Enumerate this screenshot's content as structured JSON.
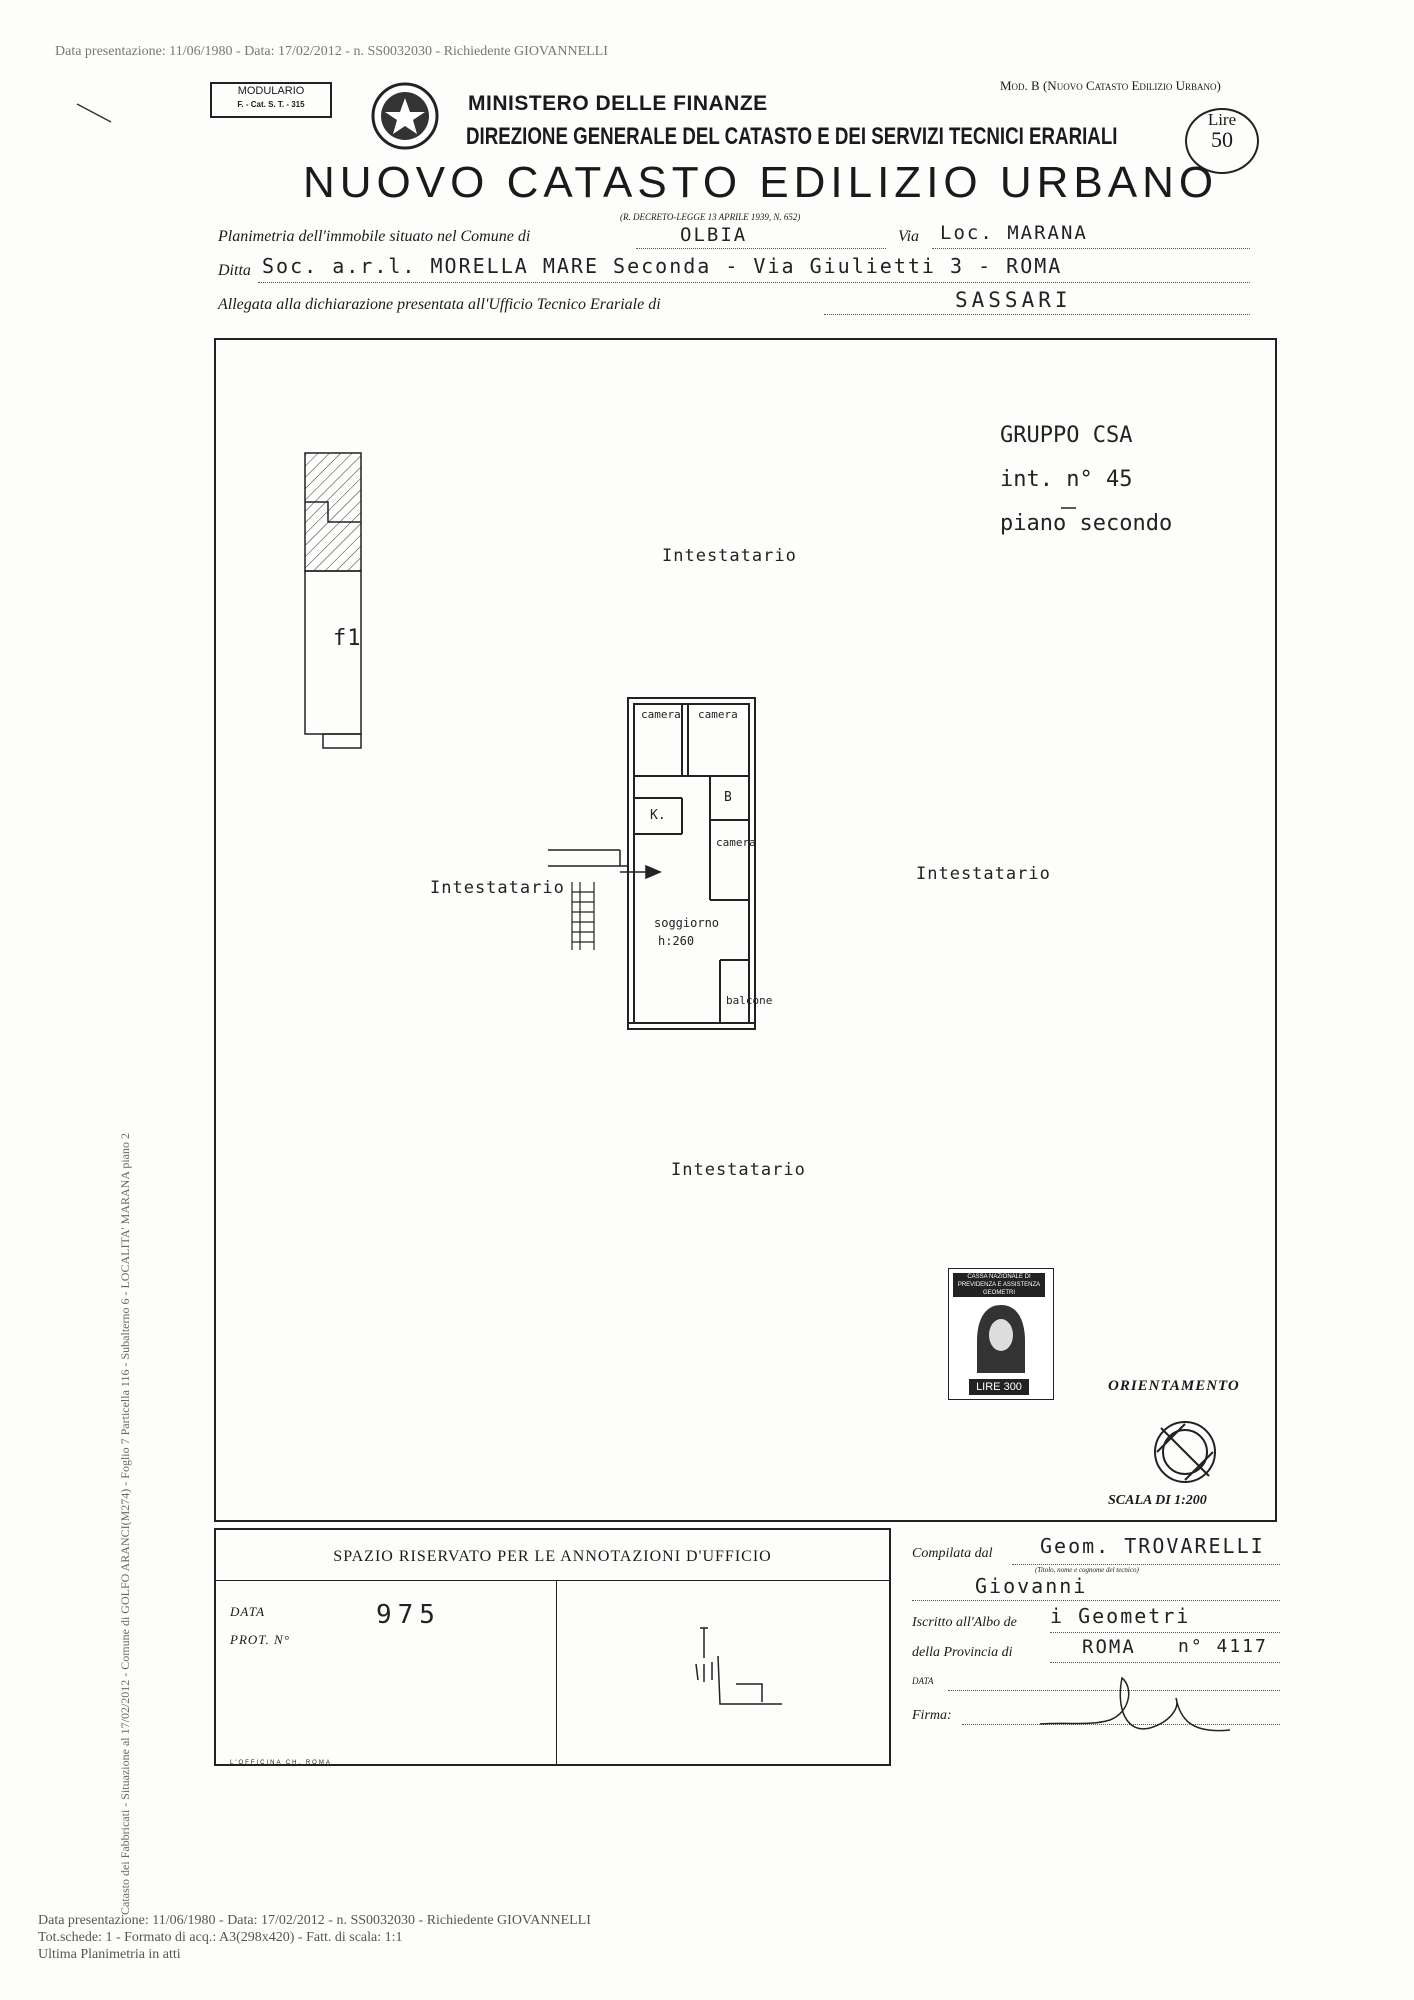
{
  "header": {
    "top_stamp": "Data presentazione: 11/06/1980 - Data: 17/02/2012 - n. SS0032030 - Richiedente GIOVANNELLI",
    "modulario": "MODULARIO",
    "modulario_code": "F. - Cat. S. T. - 315",
    "ministry": "MINISTERO DELLE FINANZE",
    "direzione": "DIREZIONE GENERALE DEL CATASTO E DEI SERVIZI TECNICI ERARIALI",
    "mod_b": "Mod. B (Nuovo Catasto Edilizio Urbano)",
    "lire_label": "Lire",
    "lire_value": "50",
    "title": "NUOVO CATASTO EDILIZIO URBANO",
    "decreto": "(R. DECRETO-LEGGE 13 APRILE 1939, N. 652)"
  },
  "form": {
    "planimetria_label": "Planimetria dell'immobile situato nel Comune di",
    "comune": "OLBIA",
    "via_label": "Via",
    "via": "Loc. MARANA",
    "ditta_label": "Ditta",
    "ditta": "Soc. a.r.l. MORELLA MARE Seconda - Via Giulietti 3 - ROMA",
    "allegata_label": "Allegata alla dichiarazione presentata all'Ufficio Tecnico Erariale di",
    "ufficio": "SASSARI"
  },
  "plan": {
    "gruppo_note": "GRUPPO CSA\nint. n° 45\npiano secondo",
    "intestatario_labels": [
      "Intestatario",
      "Intestatario",
      "Intestatario",
      "Intestatario"
    ],
    "block_label": "f1",
    "rooms": {
      "camera1": "camera",
      "camera2": "camera",
      "k": "K.",
      "b": "B",
      "camera3": "camera",
      "soggiorno": "soggiorno",
      "altezza": "h:260",
      "balcone": "balcone"
    },
    "stamp_top": "CASSA NAZIONALE DI PREVIDENZA E ASSISTENZA GEOMETRI",
    "stamp_value": "LIRE 300",
    "orientamento": "ORIENTAMENTO",
    "scala": "SCALA DI 1:200"
  },
  "office": {
    "title": "SPAZIO RISERVATO PER LE ANNOTAZIONI D'UFFICIO",
    "data_label": "DATA",
    "prot_label": "PROT. N°",
    "prot_value": "975",
    "officina": "L'OFFICINA CH. ROMA"
  },
  "compilata": {
    "compilata_label": "Compilata dal",
    "compilata_value": "Geom. TROVARELLI",
    "titolo_hint": "(Titolo, nome e cognome del tecnico)",
    "nome": "Giovanni",
    "iscritto_label": "Iscritto all'Albo de",
    "albo": "i Geometri",
    "provincia_label": "della Provincia di",
    "provincia": "ROMA",
    "numero": "n° 4117",
    "data_label": "DATA",
    "firma_label": "Firma:"
  },
  "footer": {
    "bottom_stamp": "Data presentazione: 11/06/1980 - Data: 17/02/2012 - n. SS0032030 - Richiedente GIOVANNELLI\nTot.schede: 1 - Formato di acq.: A3(298x420) - Fatt. di scala: 1:1\nUltima Planimetria in atti",
    "side_stamp": "Catasto dei Fabbricati - Situazione al 17/02/2012 - Comune di GOLFO ARANCI(M274) - Foglio 7 Particella 116 - Subalterno 6 - LOCALITA' MARANA piano 2"
  }
}
